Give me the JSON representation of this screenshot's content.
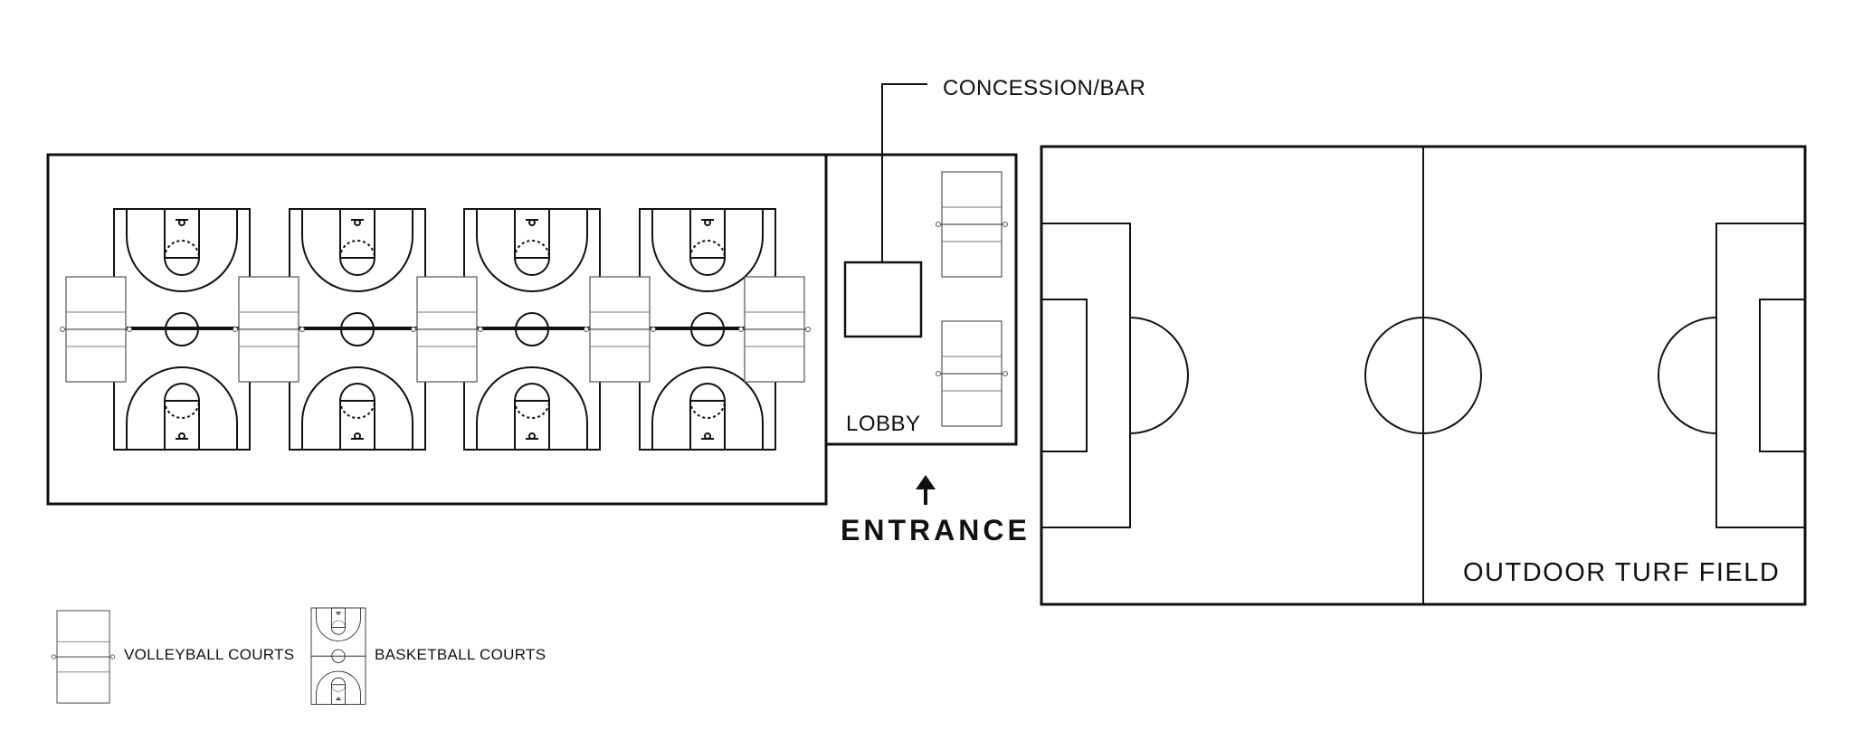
{
  "labels": {
    "concession": "CONCESSION/BAR",
    "lobby": "LOBBY",
    "entrance": "ENTRANCE",
    "turf_field": "OUTDOOR TURF FIELD"
  },
  "legend": {
    "volleyball": "VOLLEYBALL COURTS",
    "basketball": "BASKETBALL COURTS"
  },
  "colors": {
    "line": "#111111",
    "thin_line": "#777777",
    "background": "#ffffff"
  },
  "icons": {
    "entrance_arrow": "arrow-up-icon"
  }
}
